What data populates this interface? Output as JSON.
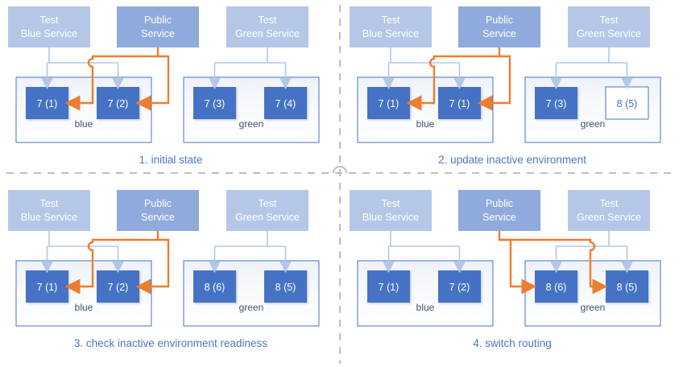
{
  "palette": {
    "light_blue_fill": "#B4C7E7",
    "mid_blue_fill": "#8FAADC",
    "dark_blue_fill": "#4472C4",
    "white_fill": "#FFFFFF",
    "env_border": "#4472C4",
    "env_fill": "#FAFBFD",
    "env_shade": "#F2F5FA",
    "orange": "#ED7D31",
    "pale_arrow": "#B4C7E7",
    "caption_color": "#4E76BE",
    "label_color": "#44546A",
    "divider_color": "#BFBFBF",
    "box_text_light": "#FFFFFF"
  },
  "divider": {
    "vertical_label": "vertical-dashed-divider",
    "horizontal_label": "horizontal-dashed-divider"
  },
  "services": {
    "test_blue": "Test\nBlue Service",
    "test_blue_line1": "Test",
    "test_blue_line2": "Blue Service",
    "public_line1": "Public",
    "public_line2": "Service",
    "test_green_line1": "Test",
    "test_green_line2": "Green Service"
  },
  "environments": {
    "blue_label": "blue",
    "green_label": "green"
  },
  "panels": [
    {
      "id": "panel-1",
      "caption": "1. initial state",
      "blue_env": {
        "label": "blue",
        "instances": [
          {
            "text": "7 (1)",
            "style": "filled"
          },
          {
            "text": "7 (2)",
            "style": "filled"
          }
        ]
      },
      "green_env": {
        "label": "green",
        "instances": [
          {
            "text": "7 (3)",
            "style": "filled"
          },
          {
            "text": "7 (4)",
            "style": "filled"
          }
        ]
      },
      "routing": "public-to-blue"
    },
    {
      "id": "panel-2",
      "caption": "2. update inactive environment",
      "blue_env": {
        "label": "blue",
        "instances": [
          {
            "text": "7 (1)",
            "style": "filled"
          },
          {
            "text": "7 (1)",
            "style": "filled"
          }
        ]
      },
      "green_env": {
        "label": "green",
        "instances": [
          {
            "text": "7 (3)",
            "style": "filled"
          },
          {
            "text": "8 (5)",
            "style": "outline"
          }
        ]
      },
      "routing": "public-to-blue"
    },
    {
      "id": "panel-3",
      "caption": "3. check inactive environment readiness",
      "blue_env": {
        "label": "blue",
        "instances": [
          {
            "text": "7 (1)",
            "style": "filled"
          },
          {
            "text": "7 (2)",
            "style": "filled"
          }
        ]
      },
      "green_env": {
        "label": "green",
        "instances": [
          {
            "text": "8 (6)",
            "style": "filled"
          },
          {
            "text": "8 (5)",
            "style": "filled"
          }
        ]
      },
      "routing": "public-to-blue"
    },
    {
      "id": "panel-4",
      "caption": "4. switch routing",
      "blue_env": {
        "label": "blue",
        "instances": [
          {
            "text": "7 (1)",
            "style": "filled"
          },
          {
            "text": "7 (2)",
            "style": "filled"
          }
        ]
      },
      "green_env": {
        "label": "green",
        "instances": [
          {
            "text": "8 (6)",
            "style": "filled"
          },
          {
            "text": "8 (5)",
            "style": "filled"
          }
        ]
      },
      "routing": "public-to-green"
    }
  ]
}
